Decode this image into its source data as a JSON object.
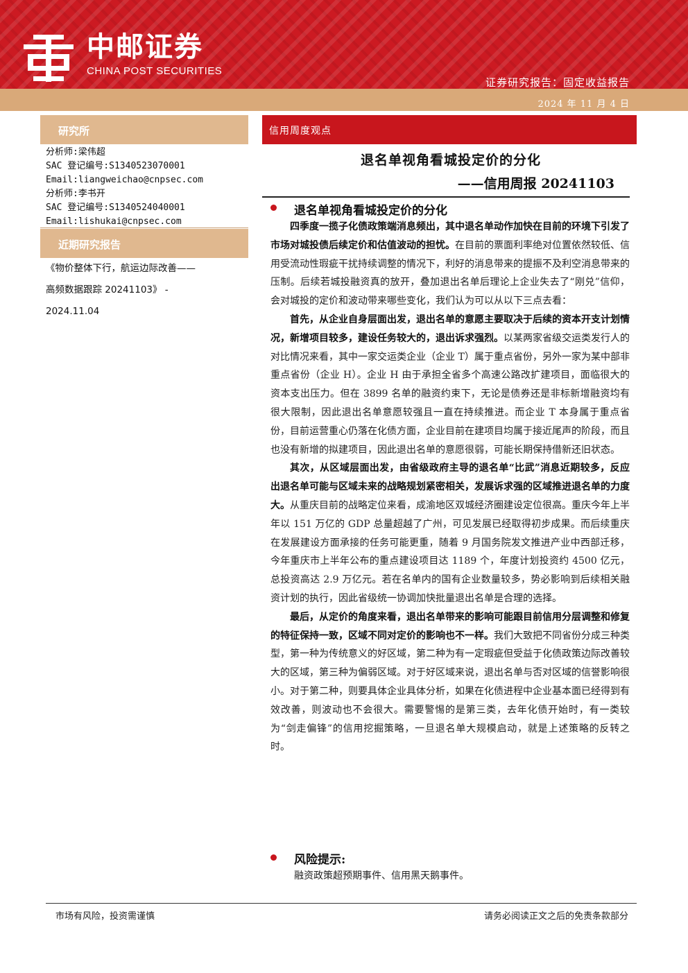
{
  "header": {
    "logo_cn": "中邮证券",
    "logo_en": "CHINA POST SECURITIES",
    "report_type": "证券研究报告：固定收益报告",
    "date": "2024 年 11 月 4 日",
    "brand_color": "#cc1a22",
    "accent_color": "#d9a979"
  },
  "sidebar": {
    "institute_heading": "研究所",
    "analysts": [
      "分析师:梁伟超",
      "SAC 登记编号:S1340523070001",
      "Email:liangweichao@cnpsec.com",
      "分析师:李书开",
      "SAC 登记编号:S1340524040001",
      "Email:lishukai@cnpsec.com"
    ],
    "recent_heading": "近期研究报告",
    "recent_reports": [
      "《物价整体下行，航运边际改善——",
      "高频数据跟踪 20241103》 -",
      "2024.11.04"
    ]
  },
  "main": {
    "section_label": "信用周度观点",
    "title": "退名单视角看城投定价的分化",
    "subtitle": "——信用周报 20241103",
    "heading1": "退名单视角看城投定价的分化",
    "p1_bold": "四季度一揽子化债政策端消息频出，其中退名单动作加快在目前的环境下引发了市场对城投债后续定价和估值波动的担忧。",
    "p1_rest": "在目前的票面利率绝对位置依然较低、信用受流动性瑕疵干扰持续调整的情况下，利好的消息带来的提振不及利空消息带来的压制。后续若城投融资真的放开，叠加退出名单后理论上企业失去了“刚兑”信仰，会对城投的定价和波动带来哪些变化，我们认为可以从以下三点去看：",
    "p2_bold": "首先，从企业自身层面出发，退出名单的意愿主要取决于后续的资本开支计划情况，新增项目较多，建设任务较大的，退出诉求强烈。",
    "p2_rest": "以某两家省级交运类发行人的对比情况来看，其中一家交运类企业（企业 T）属于重点省份，另外一家为某中部非重点省份（企业 H）。企业 H 由于承担全省多个高速公路改扩建项目，面临很大的资本支出压力。但在 3899 名单的融资约束下，无论是债券还是非标新增融资均有很大限制，因此退出名单意愿较强且一直在持续推进。而企业 T 本身属于重点省份，目前运营重心仍落在化债方面，企业目前在建项目均属于接近尾声的阶段，而且也没有新增的拟建项目，因此退出名单的意愿很弱，可能长期保持借新还旧状态。",
    "p3_bold": "其次，从区域层面出发，由省级政府主导的退名单“比武”消息近期较多，反应出退名单可能与区域未来的战略规划紧密相关，发展诉求强的区域推进退名单的力度大。",
    "p3_rest": "从重庆目前的战略定位来看，成渝地区双城经济圈建设定位很高。重庆今年上半年以 151 万亿的 GDP 总量超越了广州，可见发展已经取得初步成果。而后续重庆在发展建设方面承接的任务可能更重，随着 9 月国务院发文推进产业中西部迁移，今年重庆市上半年公布的重点建设项目达 1189 个，年度计划投资约 4500 亿元，总投资高达 2.9 万亿元。若在名单内的国有企业数量较多，势必影响到后续相关融资计划的执行，因此省级统一协调加快批量退出名单是合理的选择。",
    "p4_bold": "最后，从定价的角度来看，退出名单带来的影响可能跟目前信用分层调整和修复的特征保持一致，区域不同对定价的影响也不一样。",
    "p4_rest": "我们大致把不同省份分成三种类型，第一种为传统意义的好区域，第二种为有一定瑕疵但受益于化债政策边际改善较大的区域，第三种为偏弱区域。对于好区域来说，退出名单与否对区域的信誉影响很小。对于第二种，则要具体企业具体分析，如果在化债进程中企业基本面已经得到有效改善，则波动也不会很大。需要警惕的是第三类，去年化债开始时，有一类较为“剑走偏锋”的信用挖掘策略，一旦退名单大规模启动，就是上述策略的反转之时。",
    "heading2": "风险提示:",
    "risk_text": "融资政策超预期事件、信用黑天鹅事件。"
  },
  "footer": {
    "left": "市场有风险，投资需谨慎",
    "right": "请务必阅读正文之后的免责条款部分"
  }
}
